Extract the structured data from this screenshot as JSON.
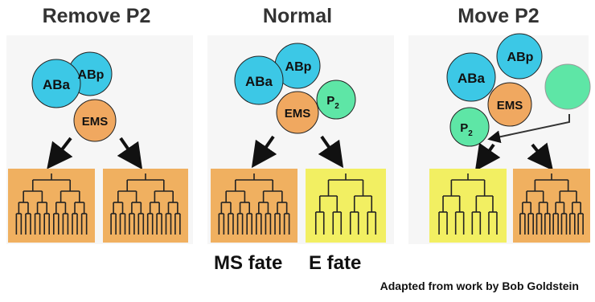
{
  "panels": {
    "remove": {
      "title": "Remove P2"
    },
    "normal": {
      "title": "Normal"
    },
    "move": {
      "title": "Move P2"
    }
  },
  "cells": {
    "aba": "ABa",
    "abp": "ABp",
    "ems": "EMS",
    "p2_main": "P",
    "p2_sub": "2"
  },
  "fates": {
    "ms": "MS fate",
    "e": "E fate"
  },
  "credit": "Adapted from work by Bob Goldstein",
  "colors": {
    "ab_cell": "#3cc8e6",
    "ems_cell": "#f0a860",
    "p2_cell": "#5ee6a6",
    "ms_box": "#f0b060",
    "e_box": "#f2ef62",
    "panel_bg": "#f4f4f4"
  }
}
